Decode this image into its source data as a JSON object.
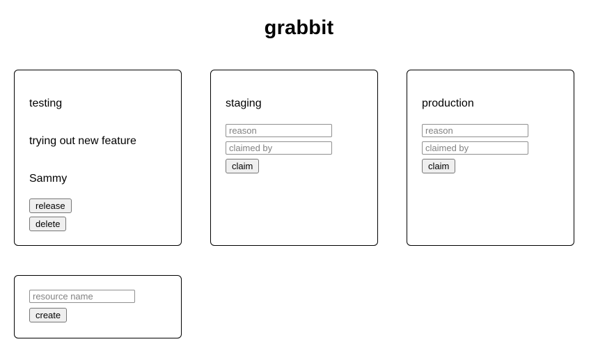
{
  "page": {
    "title": "grabbit"
  },
  "resources": [
    {
      "name": "testing",
      "status": "claimed",
      "reason": "trying out new feature",
      "claimed_by": "Sammy",
      "release_label": "release",
      "delete_label": "delete"
    },
    {
      "name": "staging",
      "status": "unclaimed",
      "reason_placeholder": "reason",
      "reason_value": "",
      "claimed_by_placeholder": "claimed by",
      "claimed_by_value": "",
      "claim_label": "claim"
    },
    {
      "name": "production",
      "status": "unclaimed",
      "reason_placeholder": "reason",
      "reason_value": "",
      "claimed_by_placeholder": "claimed by",
      "claimed_by_value": "",
      "claim_label": "claim"
    }
  ],
  "create_card": {
    "name_placeholder": "resource name",
    "name_value": "",
    "create_label": "create"
  }
}
